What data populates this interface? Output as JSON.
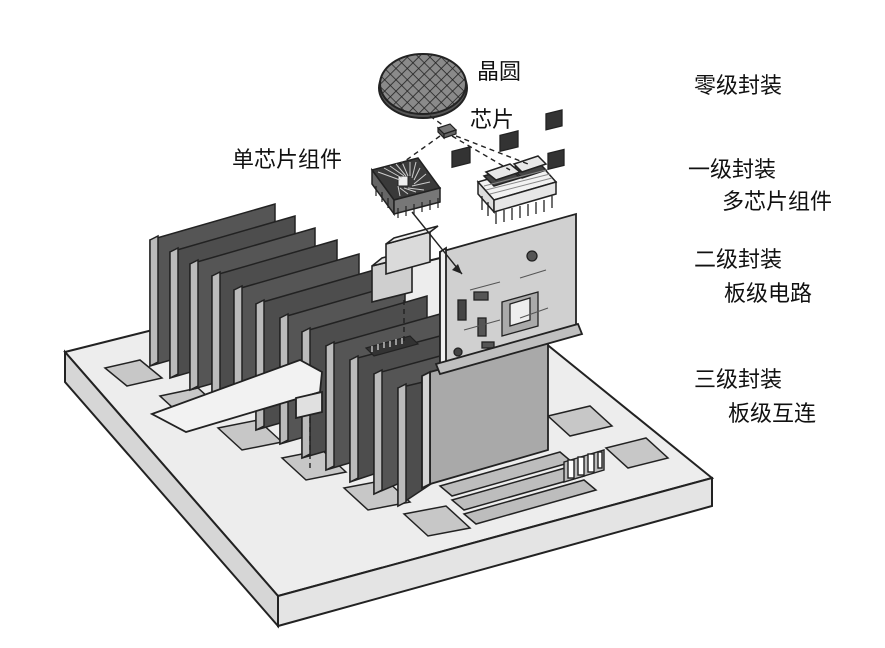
{
  "labels": {
    "wafer": "晶圆",
    "chip": "芯片",
    "single_chip_module": "单芯片组件",
    "level0": "零级封装",
    "level1": "一级封装",
    "level1_sub": "多芯片组件",
    "level2": "二级封装",
    "level2_sub": "板级电路",
    "level3": "三级封装",
    "level3_sub": "板级互连"
  }
}
